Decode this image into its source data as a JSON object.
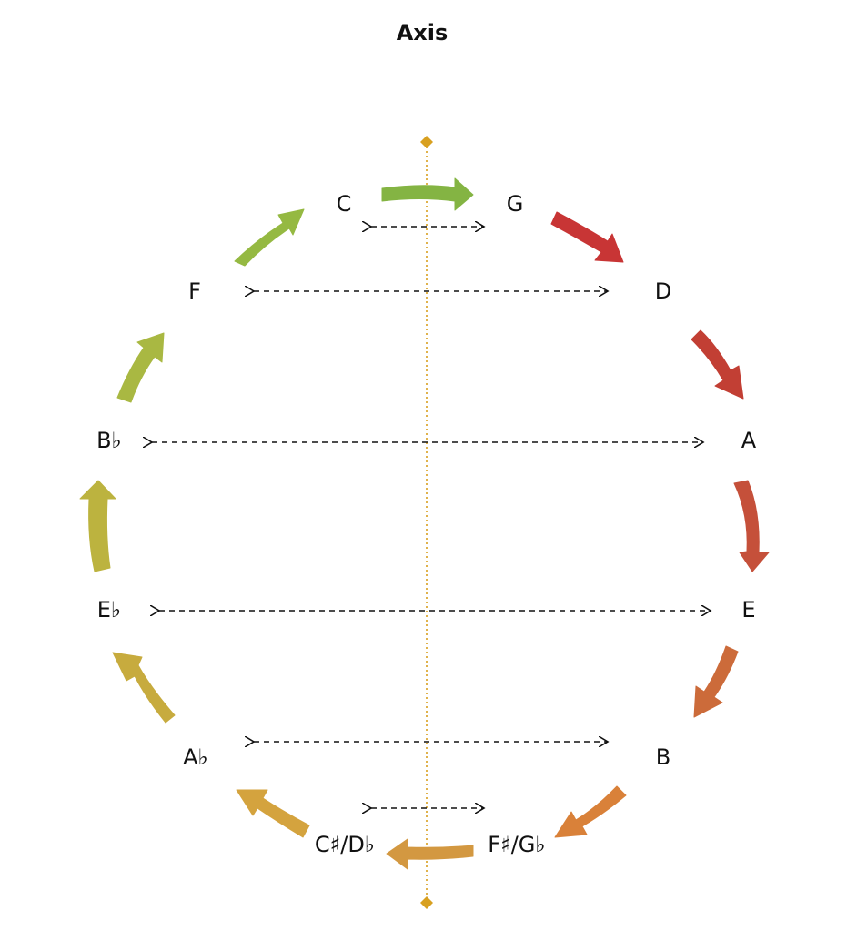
{
  "title": "Axis",
  "notes": [
    {
      "id": "C",
      "label": "C"
    },
    {
      "id": "G",
      "label": "G"
    },
    {
      "id": "D",
      "label": "D"
    },
    {
      "id": "A",
      "label": "A"
    },
    {
      "id": "E",
      "label": "E"
    },
    {
      "id": "B",
      "label": "B"
    },
    {
      "id": "Fs",
      "label": "F♯/G♭"
    },
    {
      "id": "Cs",
      "label": "C♯/D♭"
    },
    {
      "id": "Ab",
      "label": "A♭"
    },
    {
      "id": "Eb",
      "label": "E♭"
    },
    {
      "id": "Bb",
      "label": "B♭"
    },
    {
      "id": "F",
      "label": "F"
    }
  ],
  "arrow_colors": [
    "#84b443",
    "#c83535",
    "#c23f34",
    "#c5503a",
    "#cc6b3a",
    "#d98139",
    "#d39841",
    "#d4a33e",
    "#c7ab3e",
    "#bcb33f",
    "#a9b842",
    "#95b942"
  ],
  "axis_color": "#d8a020"
}
